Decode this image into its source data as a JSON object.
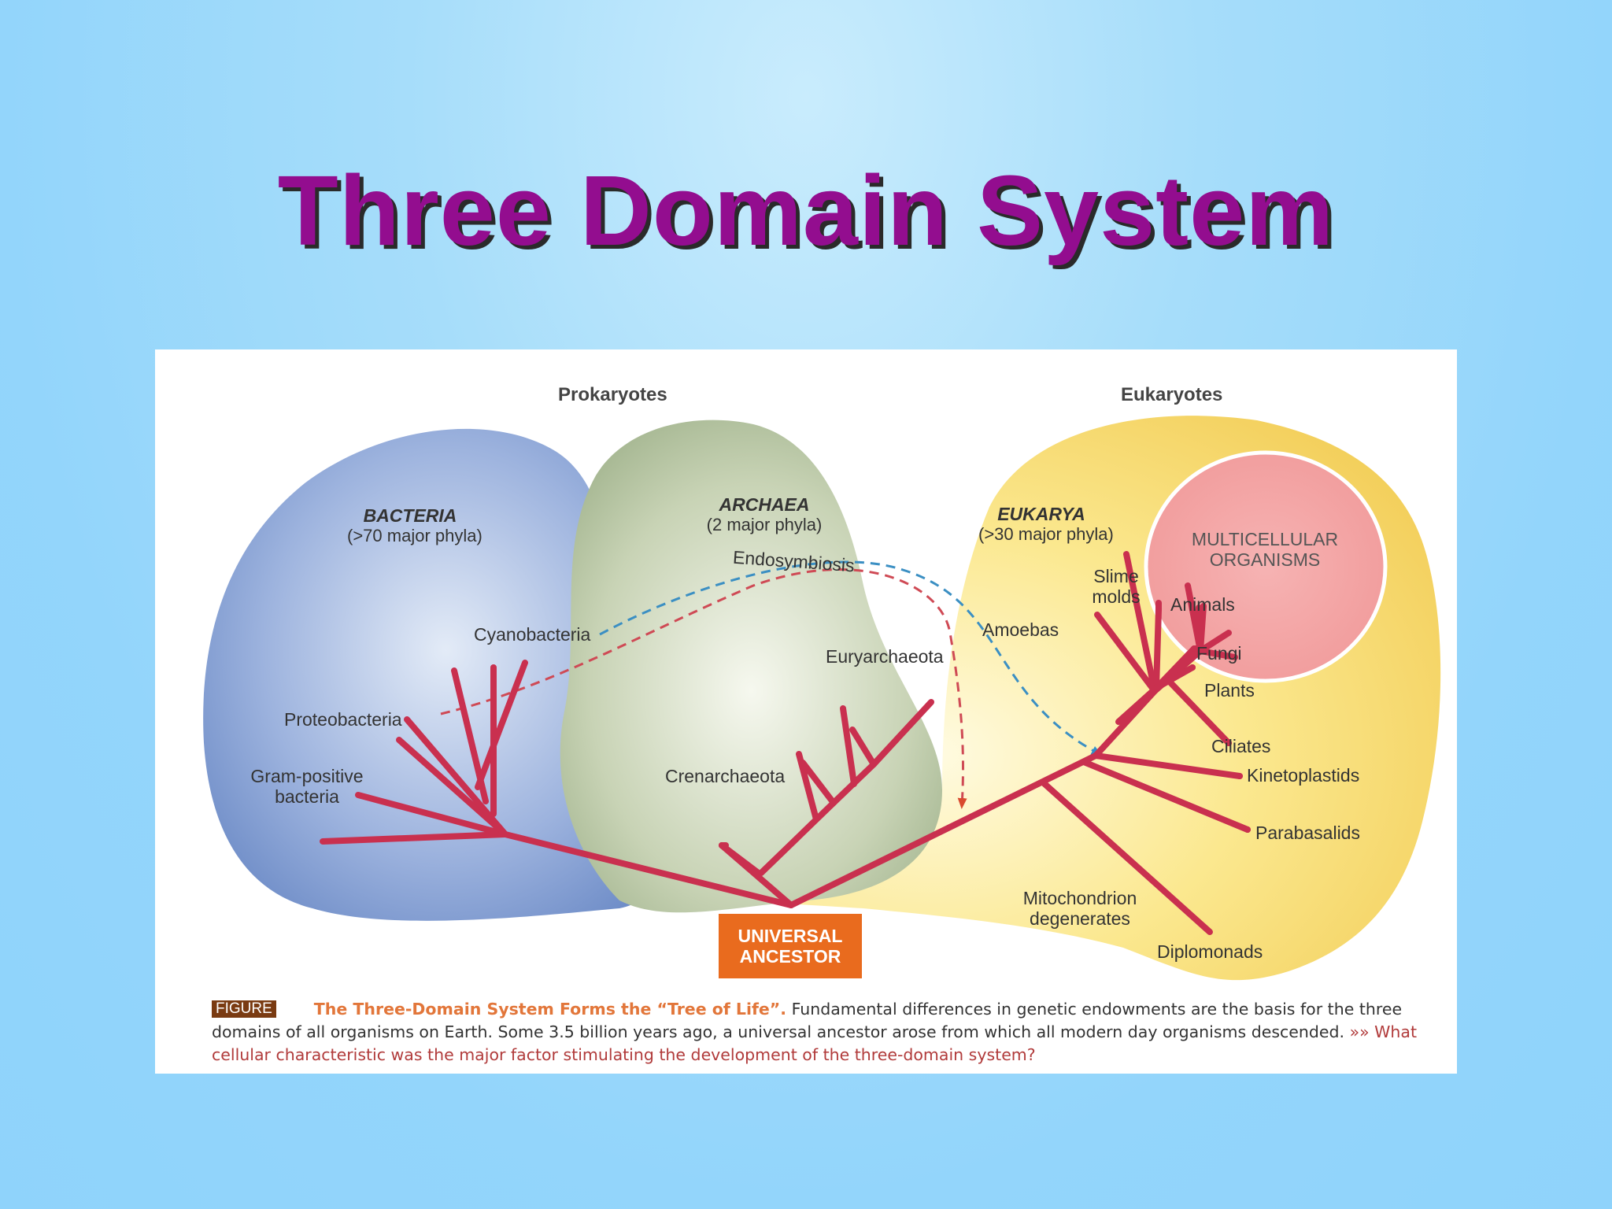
{
  "slide": {
    "title": "Three Domain System"
  },
  "diagram": {
    "headers": {
      "prokaryotes": "Prokaryotes",
      "eukaryotes": "Eukaryotes"
    },
    "domains": {
      "bacteria": {
        "name": "BACTERIA",
        "count": "(>70 major phyla)"
      },
      "archaea": {
        "name": "ARCHAEA",
        "count": "(2 major phyla)"
      },
      "eukarya": {
        "name": "EUKARYA",
        "count": "(>30 major phyla)"
      }
    },
    "multicellular": {
      "line1": "MULTICELLULAR",
      "line2": "ORGANISMS"
    },
    "endosymbiosis": "Endosymbiosis",
    "bacteria_groups": {
      "cyanobacteria": "Cyanobacteria",
      "proteobacteria": "Proteobacteria",
      "gram_positive_1": "Gram-positive",
      "gram_positive_2": "bacteria"
    },
    "archaea_groups": {
      "euryarchaeota": "Euryarchaeota",
      "crenarchaeota": "Crenarchaeota"
    },
    "eukarya_groups": {
      "slime_1": "Slime",
      "slime_2": "molds",
      "amoebas": "Amoebas",
      "animals": "Animals",
      "fungi": "Fungi",
      "plants": "Plants",
      "ciliates": "Ciliates",
      "kinetoplastids": "Kinetoplastids",
      "parabasalids": "Parabasalids",
      "mito_1": "Mitochondrion",
      "mito_2": "degenerates",
      "diplomonads": "Diplomonads"
    },
    "ancestor": {
      "line1": "UNIVERSAL",
      "line2": "ANCESTOR"
    },
    "colors": {
      "branch": "#c9304f",
      "bacteria_blob": "#6f8fcb",
      "archaea_blob": "#9aae86",
      "eukarya_blob": "#f6d460",
      "multicellular_blob": "#f4a3a3",
      "endosymbiosis_blue": "#3b8fc3",
      "endosymbiosis_red": "#cf4a55",
      "ancestor_box": "#e96b1e"
    }
  },
  "caption": {
    "badge": "FIGURE",
    "title": "The Three-Domain System Forms the “Tree of Life”.",
    "body": " Fundamental differences in genetic endowments are the basis for the three domains of all organisms on Earth. Some 3.5 billion years ago, a universal ancestor arose from which all modern day organisms descended. ",
    "question": "»» What cellular characteristic was the major factor stimulating the development of the three-domain system?"
  }
}
